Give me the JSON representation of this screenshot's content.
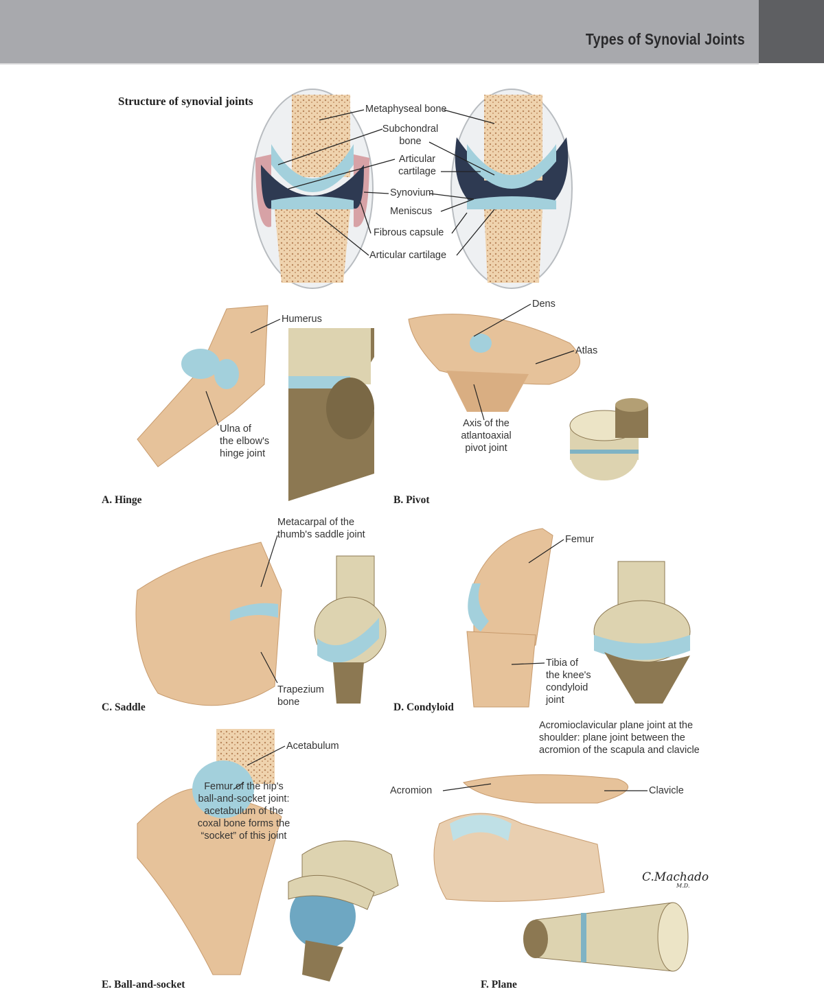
{
  "header": {
    "title": "Types of Synovial Joints"
  },
  "structure": {
    "heading": "Structure of synovial joints",
    "labels": {
      "metaphyseal_bone": "Metaphyseal bone",
      "subchondral_1": "Subchondral",
      "subchondral_2": "bone",
      "articular_1": "Articular",
      "articular_2": "cartilage",
      "synovium": "Synovium",
      "meniscus": "Meniscus",
      "fibrous_capsule": "Fibrous capsule",
      "articular_cartilage": "Articular cartilage"
    }
  },
  "panels": {
    "hinge": {
      "caption": "A. Hinge",
      "humerus": "Humerus",
      "ulna": [
        "Ulna of",
        "the elbow's",
        "hinge joint"
      ]
    },
    "pivot": {
      "caption": "B. Pivot",
      "dens": "Dens",
      "atlas": "Atlas",
      "axis": [
        "Axis of the",
        "atlantoaxial",
        "pivot joint"
      ]
    },
    "saddle": {
      "caption": "C. Saddle",
      "metacarpal": [
        "Metacarpal of the",
        "thumb's saddle joint"
      ],
      "trapezium": [
        "Trapezium",
        "bone"
      ]
    },
    "condyloid": {
      "caption": "D. Condyloid",
      "femur": "Femur",
      "tibia": [
        "Tibia of",
        "the knee's",
        "condyloid",
        "joint"
      ]
    },
    "ball": {
      "caption": "E. Ball-and-socket",
      "acetabulum": "Acetabulum",
      "femur": [
        "Femur of the hip's",
        "ball-and-socket joint:",
        "acetabulum of the",
        "coxal bone forms the",
        "“socket” of this joint"
      ]
    },
    "plane": {
      "caption": "F. Plane",
      "description": [
        "Acromioclavicular plane joint at the",
        "shoulder: plane joint between the",
        "acromion of the scapula and clavicle"
      ],
      "acromion": "Acromion",
      "clavicle": "Clavicle"
    }
  },
  "signature": {
    "name": "C.Machado",
    "suffix": "M.D."
  },
  "colors": {
    "header": "#a8a9ad",
    "tab": "#5e5f62",
    "bone": "#e9c9a2",
    "cartilage": "#a3d0dc",
    "model": "#ddd3b0",
    "model_dark": "#8c7852"
  }
}
